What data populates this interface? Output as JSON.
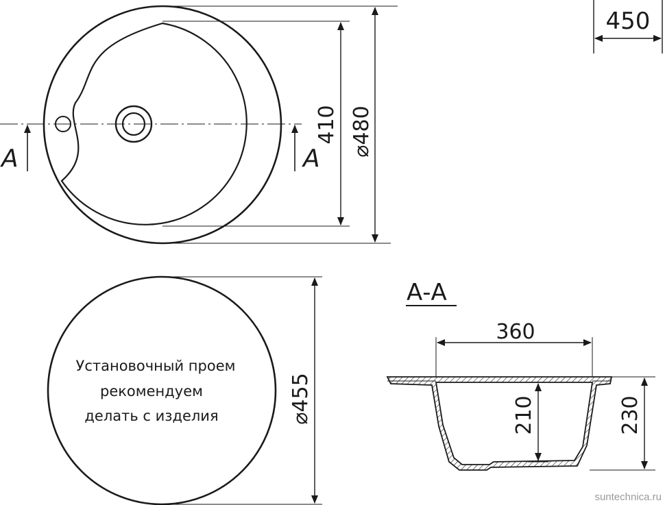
{
  "colors": {
    "line": "#1a1a1a",
    "background": "#ffffff",
    "watermark": "#9a9a9a",
    "hatch": "#1a1a1a"
  },
  "top_view": {
    "dim_inner": "410",
    "dim_outer": "⌀480",
    "section_mark_left": "A",
    "section_mark_right": "A"
  },
  "corner_dim": "450",
  "cutout_view": {
    "note_lines": [
      "Установочный проем",
      "рекомендуем",
      "делать с изделия"
    ],
    "dim_diameter": "⌀455"
  },
  "section_view": {
    "title": "А-А",
    "dim_width": "360",
    "dim_bowl_depth": "210",
    "dim_total_depth": "230"
  },
  "watermark": "suntechnica.ru"
}
